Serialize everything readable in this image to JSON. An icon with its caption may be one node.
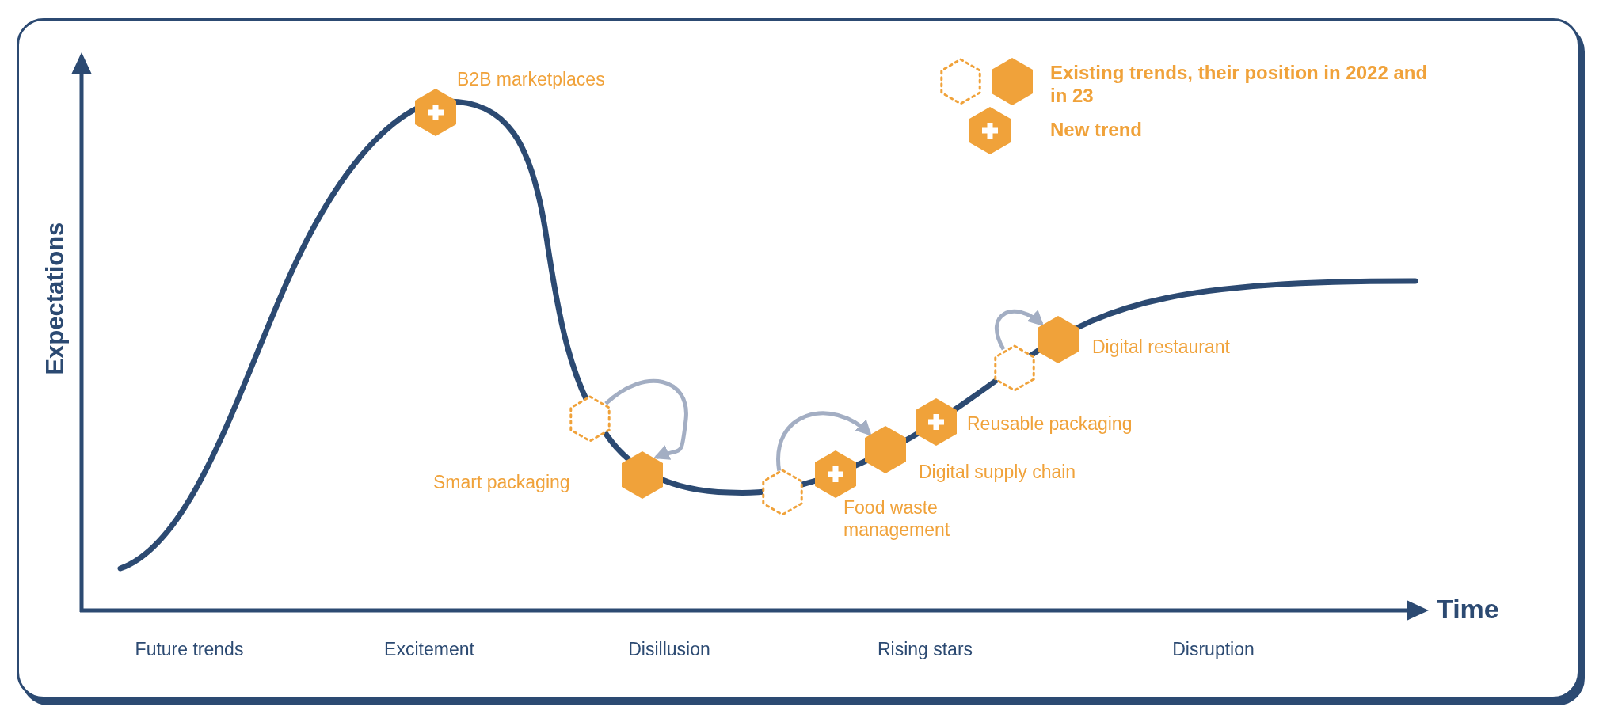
{
  "diagram": {
    "nodes": [
      {
        "text": [],
        "shape": "plus-hexagon",
        "beside": [
          "B2B marketplaces"
        ]
      },
      {
        "text": [],
        "shape": "dotted-hexagon"
      },
      {
        "text": [],
        "shape": "hexagon",
        "beside": [
          "Smart packaging"
        ]
      },
      {
        "text": [],
        "shape": "dotted-hexagon"
      },
      {
        "text": [],
        "shape": "plus-hexagon",
        "beside": [
          "Food waste management"
        ]
      },
      {
        "text": [],
        "shape": "hexagon",
        "beside": [
          "Digital supply chain"
        ]
      },
      {
        "text": [],
        "shape": "plus-hexagon",
        "beside": [
          "Reusable packaging"
        ]
      },
      {
        "text": [],
        "shape": "dotted-hexagon"
      },
      {
        "text": [],
        "shape": "hexagon",
        "beside": [
          "Digital restaurant"
        ]
      }
    ],
    "edges": [
      {
        "from": 1,
        "to": 2,
        "arrow": "to"
      },
      {
        "from": 3,
        "to": 5,
        "arrow": "to"
      },
      {
        "from": 7,
        "to": 8,
        "arrow": "to"
      }
    ],
    "labels": [
      "Expectations",
      "Time",
      "Future trends",
      "Excitement",
      "Disillusion",
      "Rising stars",
      "Disruption"
    ],
    "legend": [
      {
        "text": "Existing trends, their position in 2022 and in 23"
      },
      {
        "text": "New trend"
      }
    ]
  }
}
